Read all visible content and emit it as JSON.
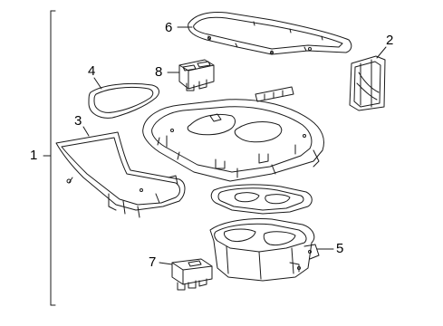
{
  "callouts": [
    {
      "id": "1",
      "label": "1"
    },
    {
      "id": "2",
      "label": "2"
    },
    {
      "id": "3",
      "label": "3"
    },
    {
      "id": "4",
      "label": "4"
    },
    {
      "id": "5",
      "label": "5"
    },
    {
      "id": "6",
      "label": "6"
    },
    {
      "id": "7",
      "label": "7"
    },
    {
      "id": "8",
      "label": "8"
    }
  ],
  "colors": {
    "line": "#1a1a1a",
    "background": "#ffffff"
  }
}
